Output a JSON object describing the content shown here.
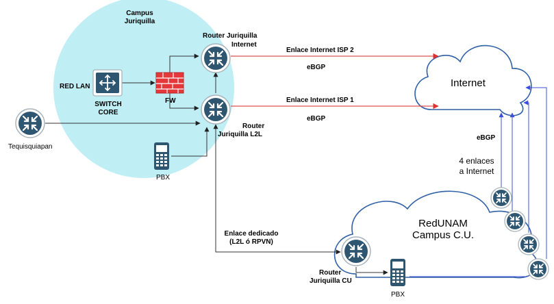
{
  "campus": {
    "title_line1": "Campus",
    "title_line2": "Juriquilla"
  },
  "router_internet": {
    "line1": "Router Juriquilla",
    "line2": "Internet"
  },
  "router_l2l": {
    "line1": "Router",
    "line2": "Juriquilla L2L"
  },
  "router_cu": {
    "line1": "Router",
    "line2": "Juriquilla CU"
  },
  "switch_core": {
    "side_label": "RED LAN",
    "line1": "SWITCH",
    "line2": "CORE"
  },
  "firewall": {
    "label": "FW"
  },
  "pbx_campus": {
    "label": "PBX"
  },
  "pbx_cu": {
    "label": "PBX"
  },
  "tequisquiapan": {
    "label": "Tequisquiapan"
  },
  "links": {
    "isp2": {
      "label": "Enlace Internet ISP 2",
      "protocol": "eBGP"
    },
    "isp1": {
      "label": "Enlace Internet ISP 1",
      "protocol": "eBGP"
    },
    "dedicated": {
      "line1": "Enlace dedicado",
      "line2": "(L2L ó RPVN)"
    },
    "cu_internet": {
      "protocol": "eBGP",
      "count_line1": "4 enlaces",
      "count_line2": "a Internet"
    }
  },
  "internet_cloud": {
    "label": "Internet"
  },
  "redunam_cloud": {
    "line1": "RedUNAM",
    "line2": "Campus C.U."
  },
  "colors": {
    "campus_fill": "#bfeef5",
    "router_fill": "#2f5670",
    "firewall_fill": "#e5383b",
    "isp_link": "#e05050",
    "internet_link": "#3b4fd8",
    "cloud_stroke": "#2e5fa3",
    "line": "#333333"
  }
}
